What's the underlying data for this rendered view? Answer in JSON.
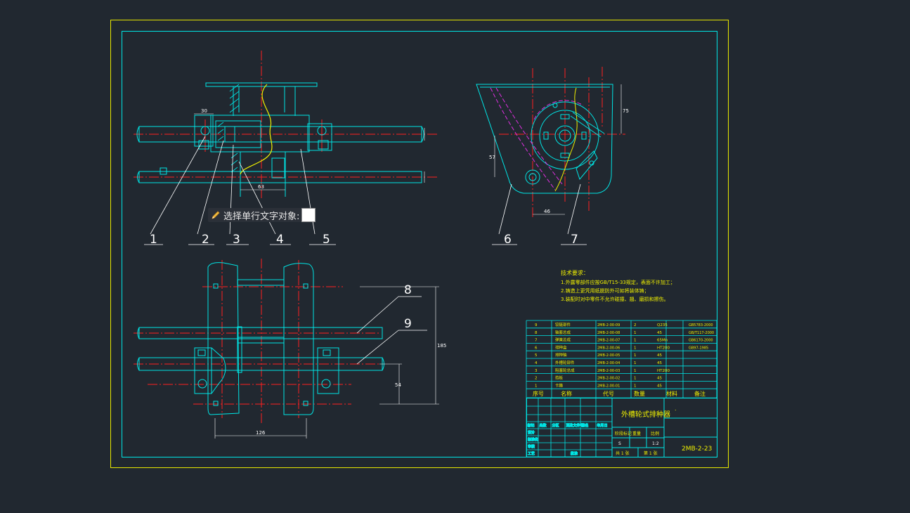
{
  "colors": {
    "background": "#212830",
    "sheet_border": "#e8e800",
    "frame": "#00e5e5",
    "centerline": "#ff2020",
    "white_line": "#ffffff",
    "yellow_line": "#f0f000",
    "magenta_line": "#e030e0"
  },
  "balloons": [
    "1",
    "2",
    "3",
    "4",
    "5",
    "6",
    "7",
    "8",
    "9"
  ],
  "dimensions": {
    "d30": "30",
    "d63": "63",
    "d75": "75",
    "d57": "57",
    "d46": "46",
    "d54": "54",
    "d185": "185",
    "d126": "126"
  },
  "tech_requirements": {
    "title": "技术要求：",
    "lines": [
      "1.外露零部件应按GB/T15-33规定，表面不许加工；",
      "2.铸造上更凭用纸脱防外可如将装体铸；",
      "3.装配时对中零件不允许碰撞、翘、磨损和擦伤。"
    ]
  },
  "bom": {
    "header": {
      "no": "序号",
      "name": "名称",
      "code": "代号",
      "qty": "数量",
      "material": "材料",
      "remark": "备注"
    },
    "rows": [
      {
        "no": "9",
        "name": "铰链部件",
        "code": "2MB-2-00-09",
        "qty": "2",
        "material": "Q235",
        "remark": "GB5783-2000"
      },
      {
        "no": "8",
        "name": "轴套总成",
        "code": "2MB-2-00-08",
        "qty": "1",
        "material": "45",
        "remark": "GB/T117-2000"
      },
      {
        "no": "7",
        "name": "弹簧总成",
        "code": "2MB-2-00-07",
        "qty": "1",
        "material": "65Mn",
        "remark": "GB6170-2000"
      },
      {
        "no": "6",
        "name": "排种盒",
        "code": "2MB-2-00-06",
        "qty": "1",
        "material": "HT200",
        "remark": "GB97-1985"
      },
      {
        "no": "5",
        "name": "排种轴",
        "code": "2MB-2-00-05",
        "qty": "1",
        "material": "45",
        "remark": ""
      },
      {
        "no": "4",
        "name": "外槽轮部件",
        "code": "2MB-2-00-04",
        "qty": "1",
        "material": "45",
        "remark": ""
      },
      {
        "no": "3",
        "name": "阻塞轮总成",
        "code": "2MB-2-00-03",
        "qty": "1",
        "material": "HT200",
        "remark": ""
      },
      {
        "no": "2",
        "name": "挡板",
        "code": "2MB-2-00-02",
        "qty": "1",
        "material": "45",
        "remark": ""
      },
      {
        "no": "1",
        "name": "卡箍",
        "code": "2MB-2-00-01",
        "qty": "1",
        "material": "45",
        "remark": ""
      }
    ]
  },
  "title_block": {
    "drawing_title": "外槽轮式排种器",
    "drawing_number": "2MB-2-23",
    "dot": ".",
    "rev_labels": [
      "标记",
      "处数",
      "分区",
      "更改文件号",
      "签名",
      "年月日"
    ],
    "role_labels": [
      "设计",
      "标准化",
      "审核",
      "工艺"
    ],
    "stage_labels": [
      "阶段标记",
      "重量",
      "比例"
    ],
    "scale": "1:2",
    "stage_mark": "S",
    "sheets": [
      "共 1 张",
      "第 1 张"
    ],
    "approve_label": "批准"
  },
  "command_prompt": {
    "text": "选择单行文字对象:"
  }
}
